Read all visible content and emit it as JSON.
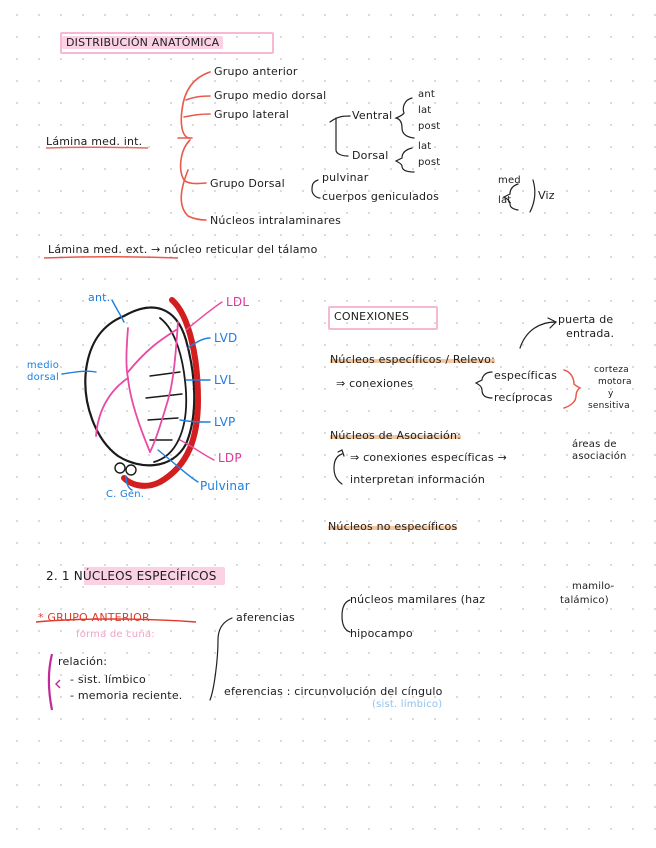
{
  "section1": {
    "title": "DISTRIBUCIÓN ANATÓMICA",
    "root": "Lámina med. int.",
    "groups": [
      "Grupo anterior",
      "Grupo medio dorsal",
      "Grupo lateral",
      "Grupo Dorsal",
      "Núcleos intralaminares"
    ],
    "ventral": "Ventral",
    "dorsal": "Dorsal",
    "ventral_sub": [
      "ant",
      "lat",
      "post"
    ],
    "dorsal_sub": [
      "lat",
      "post"
    ],
    "pulvinar": "pulvinar",
    "geniculados": "cuerpos geniculados",
    "gen_sub": [
      "med",
      "lat"
    ],
    "gen_note": "Viz",
    "ext_line": "Lámina med. ext. → núcleo reticular del tálamo"
  },
  "diagram": {
    "labels": [
      "ant.",
      "medio dorsal",
      "LDL",
      "LVD",
      "LVL",
      "LVP",
      "LDP",
      "Pulvinar",
      "C. Gen."
    ]
  },
  "conexiones": {
    "title": "CONEXIONES",
    "especificos": "Núcleos específicos / Relevo:",
    "arrow_conex": "⇒ conexiones",
    "especificas": "específicas",
    "reciprocas": "recíprocas",
    "puerta": [
      "puerta de",
      "entrada."
    ],
    "corteza": [
      "corteza",
      "motora",
      "y",
      "sensitiva"
    ],
    "asociacion": "Núcleos de Asociación:",
    "conex_esp": "⇒ conexiones específicas →",
    "areas": [
      "áreas de",
      "asociación"
    ],
    "interpretan": "interpretan información",
    "no_especificos": "Núcleos no específicos"
  },
  "section2": {
    "title": "2. 1  NÚCLEOS ESPECÍFICOS",
    "grupo": "* GRUPO ANTERIOR",
    "forma": "forma de cuña:",
    "relacion": "relación:",
    "rel_items": [
      "- sist. límbico",
      "- memoria reciente."
    ],
    "aferencias": "aferencias",
    "mamilares": "núcleos mamilares (haz",
    "mamilo": [
      "mamilo-",
      "talámico)"
    ],
    "hipocampo": "hipocampo",
    "eferencias": "eferencias : circunvolución del cíngulo",
    "sist": "(sist. límbico)"
  }
}
